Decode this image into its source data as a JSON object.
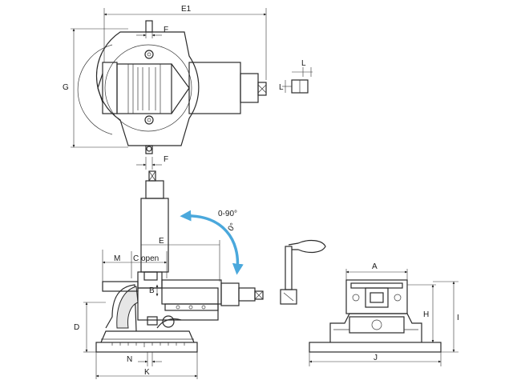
{
  "dimension_labels": {
    "e1": "E1",
    "f_top": "F",
    "f_bottom": "F",
    "g": "G",
    "l_right": "L",
    "l_left": "L",
    "angle": "0-90°",
    "angle_symbol": "0°",
    "e": "E",
    "m": "M",
    "c_open": "C open",
    "b": "B",
    "d": "D",
    "n": "N",
    "k": "K",
    "a": "A",
    "h": "H",
    "i": "I",
    "j": "J"
  },
  "colors": {
    "line": "#2a2a2a",
    "rotation_arrow": "#4aa8dc"
  }
}
